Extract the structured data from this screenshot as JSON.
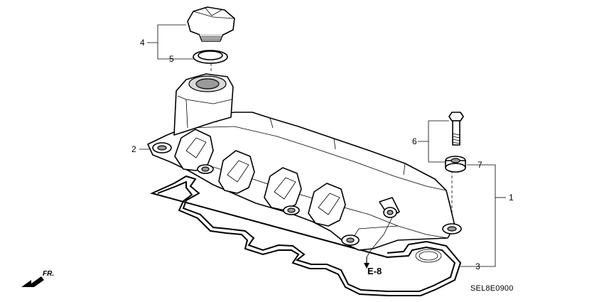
{
  "diagram": {
    "code": "SEL8E0900",
    "reference": "E-8",
    "direction": "FR.",
    "callouts": {
      "c1": "1",
      "c2": "2",
      "c3": "3",
      "c4": "4",
      "c5": "5",
      "c6": "6",
      "c7": "7"
    }
  }
}
